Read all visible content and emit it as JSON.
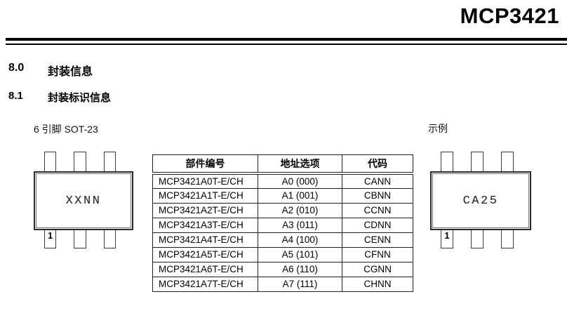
{
  "page": {
    "title": "MCP3421"
  },
  "sections": {
    "main": {
      "number": "8.0",
      "title": "封装信息"
    },
    "sub": {
      "number": "8.1",
      "title": "封装标识信息"
    }
  },
  "labels": {
    "package_type": "6 引脚 SOT-23",
    "example": "示例"
  },
  "packages": {
    "left": {
      "marking": "XXNN",
      "pin1_label": "1"
    },
    "right": {
      "marking": "CA25",
      "pin1_label": "1"
    }
  },
  "marking_table": {
    "headers": [
      "部件编号",
      "地址选项",
      "代码"
    ],
    "rows": [
      [
        "MCP3421A0T-E/CH",
        "A0 (000)",
        "CANN"
      ],
      [
        "MCP3421A1T-E/CH",
        "A1 (001)",
        "CBNN"
      ],
      [
        "MCP3421A2T-E/CH",
        "A2 (010)",
        "CCNN"
      ],
      [
        "MCP3421A3T-E/CH",
        "A3 (011)",
        "CDNN"
      ],
      [
        "MCP3421A4T-E/CH",
        "A4 (100)",
        "CENN"
      ],
      [
        "MCP3421A5T-E/CH",
        "A5 (101)",
        "CFNN"
      ],
      [
        "MCP3421A6T-E/CH",
        "A6 (110)",
        "CGNN"
      ],
      [
        "MCP3421A7T-E/CH",
        "A7 (111)",
        "CHNN"
      ]
    ]
  },
  "colors": {
    "text": "#000000",
    "rule": "#000000",
    "table_border": "#1f1f1f"
  }
}
